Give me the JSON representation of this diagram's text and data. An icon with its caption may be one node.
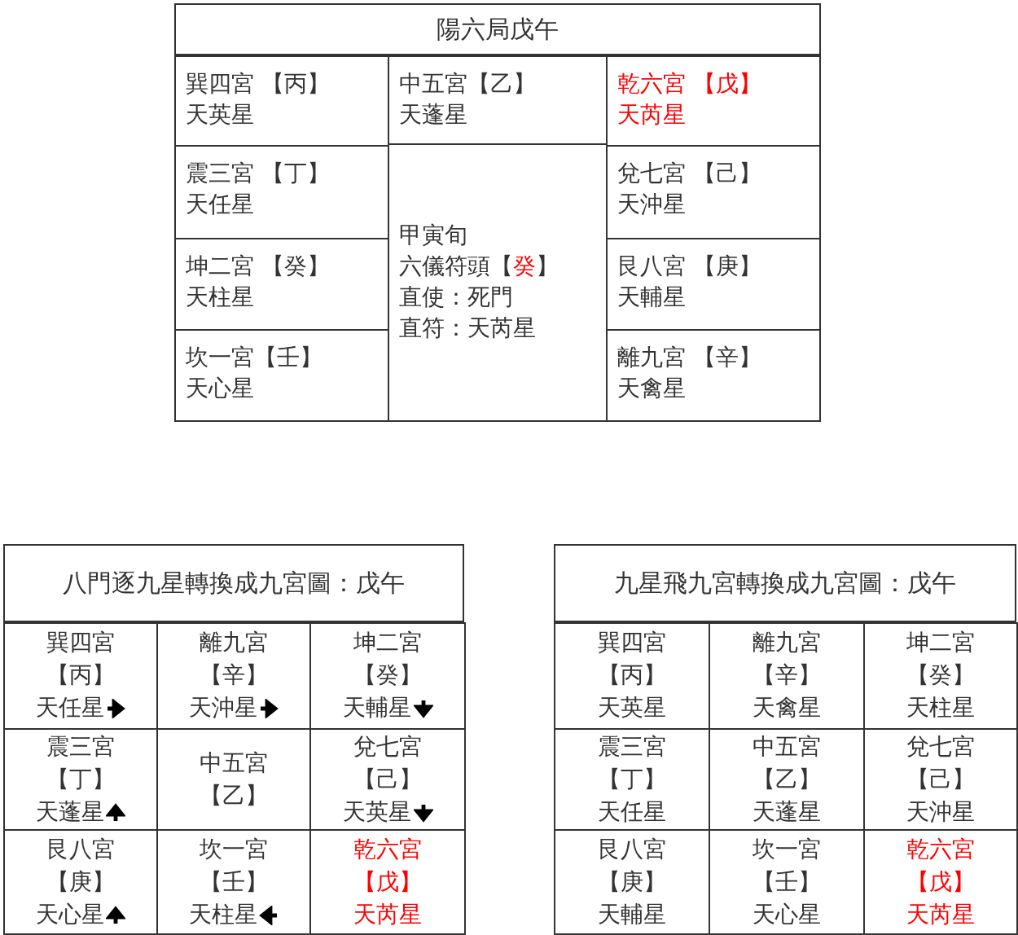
{
  "diagram": {
    "nodes": [
      {
        "text": [
          "陽六局戊午"
        ]
      },
      {
        "text": [
          "巽四宮 【丙】",
          "天英星"
        ]
      },
      {
        "text": [
          "中五宮【乙】",
          "天蓬星"
        ]
      },
      {
        "text": [
          "乾六宮 【戊】",
          "天芮星"
        ]
      },
      {
        "text": [
          "震三宮 【丁】",
          "天任星"
        ]
      },
      {
        "text": [
          "甲寅旬",
          "六儀符頭【癸】",
          "直使：死門",
          "直符：天芮星"
        ]
      },
      {
        "text": [
          "兌七宮 【己】",
          "天沖星"
        ]
      },
      {
        "text": [
          "坤二宮 【癸】",
          "天柱星"
        ]
      },
      {
        "text": [
          "艮八宮 【庚】",
          "天輔星"
        ]
      },
      {
        "text": [
          "坎一宮【壬】",
          "天心星"
        ]
      },
      {
        "text": [
          "離九宮 【辛】",
          "天禽星"
        ]
      },
      {
        "text": [
          "八門逐九星轉換成九宮圖：戊午"
        ]
      },
      {
        "text": [
          "巽四宮",
          "【丙】",
          "天任星"
        ]
      },
      {
        "text": [
          "離九宮",
          "【辛】",
          "天沖星"
        ]
      },
      {
        "text": [
          "坤二宮",
          "【癸】",
          "天輔星"
        ]
      },
      {
        "text": [
          "震三宮",
          "【丁】",
          "天蓬星"
        ]
      },
      {
        "text": [
          "中五宮",
          "【乙】"
        ]
      },
      {
        "text": [
          "兌七宮",
          "【己】",
          "天英星"
        ]
      },
      {
        "text": [
          "艮八宮",
          "【庚】",
          "天心星"
        ]
      },
      {
        "text": [
          "坎一宮",
          "【壬】",
          "天柱星"
        ]
      },
      {
        "text": [
          "乾六宮",
          "【戊】",
          "天芮星"
        ]
      },
      {
        "text": [
          "九星飛九宮轉換成九宮圖：戊午"
        ]
      },
      {
        "text": [
          "巽四宮",
          "【丙】",
          "天英星"
        ]
      },
      {
        "text": [
          "離九宮",
          "【辛】",
          "天禽星"
        ]
      },
      {
        "text": [
          "坤二宮",
          "【癸】",
          "天柱星"
        ]
      },
      {
        "text": [
          "震三宮",
          "【丁】",
          "天任星"
        ]
      },
      {
        "text": [
          "中五宮",
          "【乙】",
          "天蓬星"
        ]
      },
      {
        "text": [
          "兌七宮",
          "【己】",
          "天沖星"
        ]
      },
      {
        "text": [
          "艮八宮",
          "【庚】",
          "天輔星"
        ]
      },
      {
        "text": [
          "坎一宮",
          "【壬】",
          "天心星"
        ]
      },
      {
        "text": [
          "乾六宮",
          "【戊】",
          "天芮星"
        ]
      }
    ]
  }
}
